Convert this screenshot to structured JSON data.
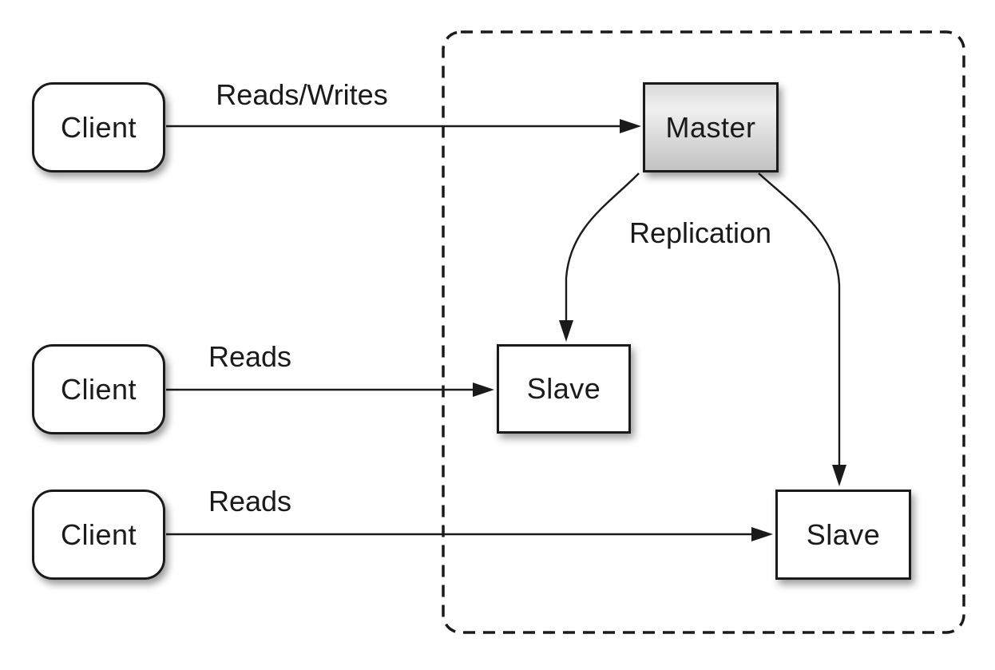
{
  "diagram": {
    "nodes": {
      "client1": {
        "label": "Client"
      },
      "client2": {
        "label": "Client"
      },
      "client3": {
        "label": "Client"
      },
      "master": {
        "label": "Master"
      },
      "slave1": {
        "label": "Slave"
      },
      "slave2": {
        "label": "Slave"
      }
    },
    "edges": {
      "reads_writes": {
        "label": "Reads/Writes"
      },
      "reads_mid": {
        "label": "Reads"
      },
      "reads_bottom": {
        "label": "Reads"
      },
      "replication": {
        "label": "Replication"
      }
    },
    "colors": {
      "line": "#1a1a1a",
      "node_fill": "#ffffff",
      "master_gradient_top": "#d9d9d9",
      "master_gradient_mid": "#f0f0f0",
      "master_gradient_bottom": "#c2c2c2",
      "background": "#ffffff"
    }
  }
}
